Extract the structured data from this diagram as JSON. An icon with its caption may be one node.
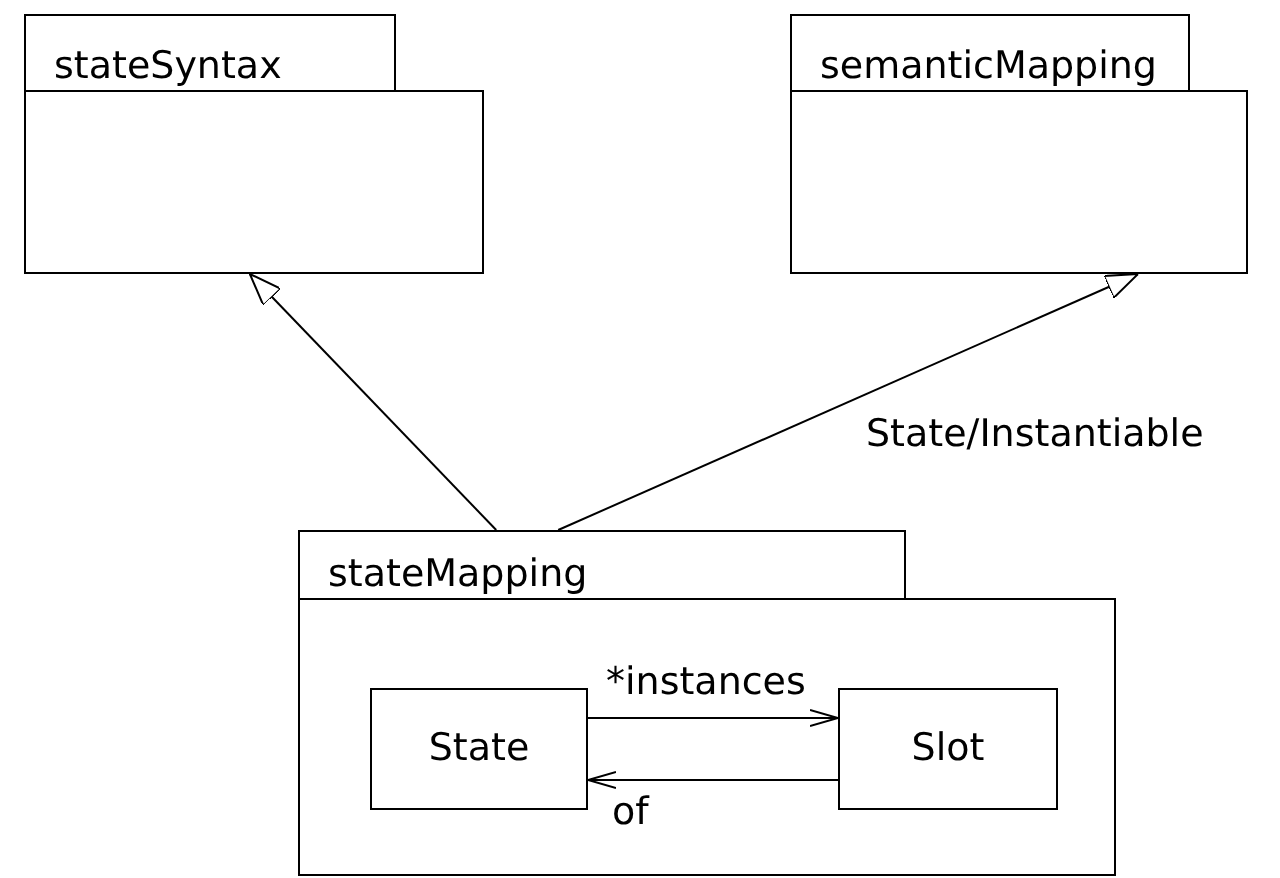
{
  "diagram": {
    "nodes": [
      {
        "text": [
          "stateSyntax"
        ]
      },
      {
        "text": [
          "semanticMapping"
        ]
      },
      {
        "text": [
          "stateMapping"
        ]
      },
      {
        "text": [
          "State"
        ],
        "in": 2
      },
      {
        "text": [
          "Slot"
        ],
        "in": 2
      }
    ],
    "edges": [
      {
        "from": 2,
        "to": 0,
        "arrow": "to"
      },
      {
        "from": 2,
        "to": 1,
        "arrow": "to",
        "label": "State/Instantiable"
      },
      {
        "from": 3,
        "to": 4,
        "arrow": "to",
        "label": "*instances"
      },
      {
        "from": 4,
        "to": 3,
        "arrow": "to",
        "label": "of"
      }
    ]
  }
}
